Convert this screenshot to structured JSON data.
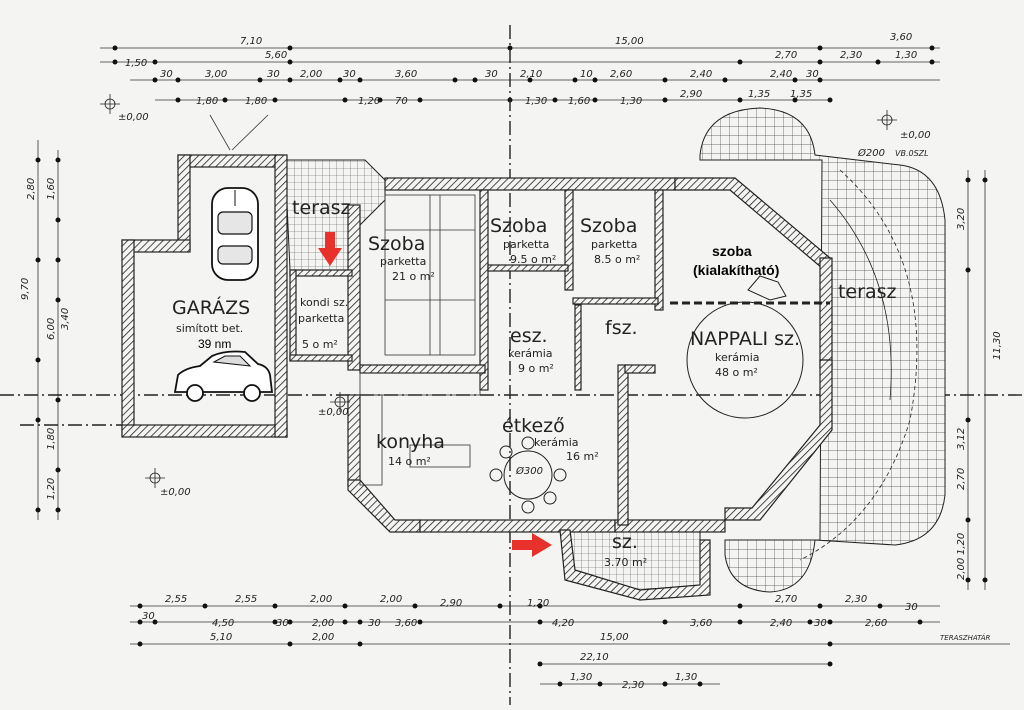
{
  "rooms": {
    "garage": {
      "name": "GARÁZS",
      "floor": "simított bet.",
      "area": "39 nm"
    },
    "terrace_left": {
      "name": "terasz"
    },
    "room1": {
      "name": "Szoba",
      "floor": "parketta",
      "area": "21 o m²"
    },
    "kondi": {
      "name": "kondi sz.",
      "floor": "parketta",
      "area": "5 o m²"
    },
    "room2": {
      "name": "Szoba",
      "floor": "parketta",
      "area": "9.5 o m²"
    },
    "room3": {
      "name": "Szoba",
      "floor": "parketta",
      "area": "8.5 o m²"
    },
    "room4": {
      "name": "szoba",
      "note": "(kialakítható)"
    },
    "terrace_right": {
      "name": "terasz"
    },
    "hall": {
      "name": "esz.",
      "floor": "kerámia",
      "area": "9 o m²"
    },
    "bath": {
      "name": "fsz."
    },
    "living": {
      "name": "NAPPALI sz.",
      "floor": "kerámia",
      "area": "48 o m²"
    },
    "kitchen": {
      "name": "konyha",
      "area": "14 o m²"
    },
    "dining": {
      "name": "étkező",
      "floor": "kerámia",
      "area": "16 m²"
    },
    "entry": {
      "name": "sz.",
      "area": "3.70 m²"
    }
  },
  "top_dims": {
    "row1": [
      "7,10",
      "15,00",
      "3,60"
    ],
    "row2": [
      "1,50",
      "5,60",
      "2,70",
      "2,30",
      "1,30"
    ],
    "row3": [
      "30",
      "3,00",
      "30",
      "2,00",
      "30",
      "3,60",
      "30",
      "2,10",
      "10",
      "2,60",
      "2,40",
      "2,40",
      "30"
    ],
    "row4": [
      "1,80",
      "1,80",
      "1,20",
      "70",
      "1,30",
      "1,60",
      "1,30",
      "2,90",
      "1,35",
      "1,35"
    ]
  },
  "bottom_dims": {
    "row1": [
      "2,55",
      "2,55",
      "2,00",
      "2,00",
      "2,90",
      "1,20",
      "2,70",
      "2,30",
      "30"
    ],
    "row2": [
      "30",
      "4,50",
      "30",
      "2,00",
      "30",
      "3,60",
      "4,20",
      "3,60",
      "2,40",
      "30",
      "2,60"
    ],
    "row3": [
      "5,10",
      "2,00",
      "15,00"
    ],
    "row4": [
      "22,10"
    ],
    "row5": [
      "1,30",
      "2,30",
      "1,30"
    ]
  },
  "side_dims": {
    "left": [
      "2,80",
      "1,60",
      "9,70",
      "6,00",
      "3,40",
      "1,80",
      "1,20"
    ],
    "right": [
      "3,20",
      "11,30",
      "3,12",
      "2,70",
      "1,20",
      "2,00"
    ]
  },
  "levels": [
    "±0,00",
    "±0,00",
    "±0,00",
    "±0,00"
  ],
  "misc": {
    "lamp": "Ø200",
    "note_right": "VB.0SZL",
    "dia": "Ø300",
    "terrace_border": "TERASZHATÁR"
  },
  "colors": {
    "arrow": "#e8312a",
    "line": "#222222"
  }
}
